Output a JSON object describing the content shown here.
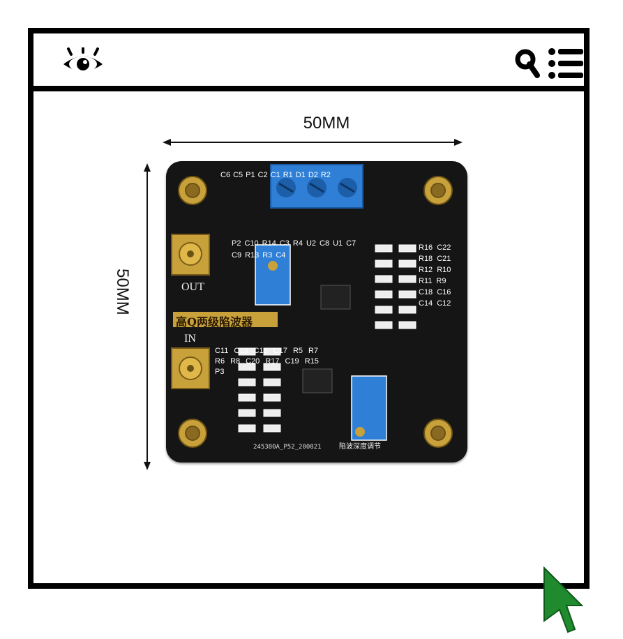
{
  "toolbar": {
    "left_icon": "eye-icon",
    "right_icons": [
      "search-icon",
      "menu-list-icon"
    ]
  },
  "product": {
    "width_label": "50MM",
    "height_label": "50MM",
    "board_title": "高Q两级陷波器",
    "board_code": "245380A_P52_200821",
    "adjust_label": "陷波深度调节",
    "port_out": "OUT",
    "port_in": "IN",
    "labels_top": [
      "C6",
      "C5",
      "P1",
      "C2",
      "C1",
      "R1",
      "D1",
      "D2",
      "R2"
    ],
    "labels_left": [
      "P2",
      "C10",
      "R14",
      "C3",
      "R4",
      "U2",
      "C8",
      "U1",
      "C7",
      "C9",
      "R13",
      "R3",
      "C4"
    ],
    "labels_right": [
      "R16",
      "C22",
      "R18",
      "C21",
      "R12",
      "R10",
      "R11",
      "R9",
      "C18",
      "C16",
      "C14",
      "C12"
    ],
    "labels_bottom_left": [
      "C11",
      "C13",
      "C15",
      "C17",
      "R5",
      "R7",
      "R6",
      "R8",
      "C20",
      "R17",
      "C19",
      "R15",
      "P3"
    ]
  },
  "colors": {
    "board": "#151515",
    "terminal": "#2f7fd6",
    "gold": "#c9a13b",
    "cursor": "#1f8a2e"
  }
}
